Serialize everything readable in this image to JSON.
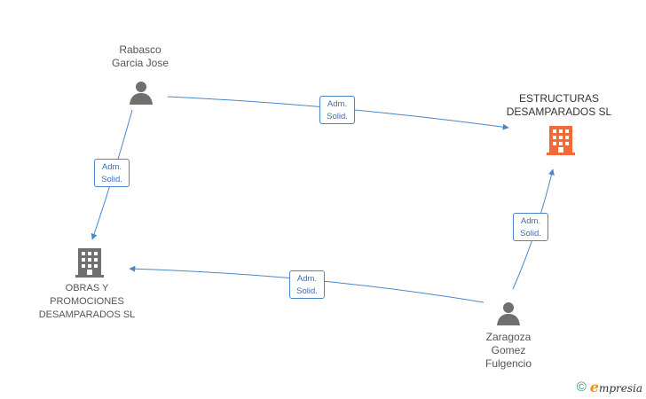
{
  "nodes": {
    "rabasco": {
      "name": "Rabasco\nGarcia Jose"
    },
    "estructuras": {
      "name": "ESTRUCTURAS\nDESAMPARADOS SL"
    },
    "obras": {
      "name": "OBRAS Y\nPROMOCIONES\nDESAMPARADOS SL"
    },
    "zaragoza": {
      "name": "Zaragoza\nGomez\nFulgencio"
    }
  },
  "relations": {
    "rabasco_estructuras": {
      "label": "Adm.\nSolid."
    },
    "rabasco_obras": {
      "label": "Adm.\nSolid."
    },
    "zaragoza_obras": {
      "label": "Adm.\nSolid."
    },
    "zaragoza_estructuras": {
      "label": "Adm.\nSolid."
    }
  },
  "colors": {
    "edge": "#4a86c8",
    "person_icon": "#6f6f6f",
    "company_icon": "#6f6f6f",
    "focus_company_icon": "#f26a35"
  },
  "footer": {
    "copyright_symbol": "©",
    "brand_initial": "e",
    "brand_rest": "mpresia"
  }
}
